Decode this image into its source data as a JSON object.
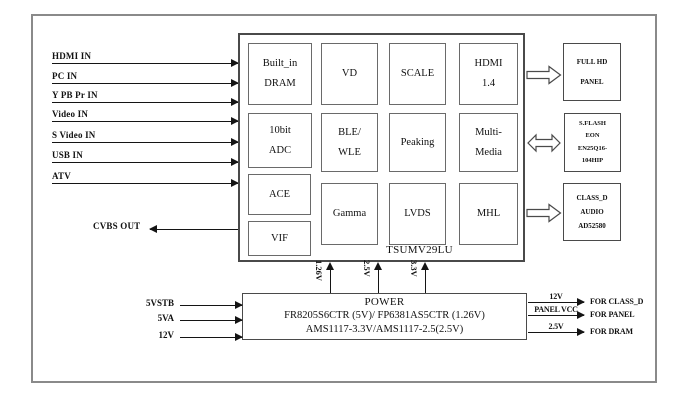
{
  "diagram": {
    "inputs": [
      "HDMI IN",
      "PC IN",
      "Y PB Pr IN",
      "Video IN",
      "S Video IN",
      "USB IN",
      "ATV"
    ],
    "output_label": "CVBS OUT",
    "chip": {
      "label": "TSUMV29LU",
      "blocks": {
        "dram": "Built_in\nDRAM",
        "vd": "VD",
        "scale": "SCALE",
        "hdmi": "HDMI\n1.4",
        "adc": "10bit\nADC",
        "ble": "BLE/\nWLE",
        "peaking": "Peaking",
        "multimedia": "Multi-\nMedia",
        "ace": "ACE",
        "gamma": "Gamma",
        "lvds": "LVDS",
        "mhl": "MHL",
        "vif": "VIF"
      }
    },
    "peripherals": {
      "panel": "FULL HD\nPANEL",
      "flash": "S.FLASH\nEON\nEN25Q16-\n104HIP",
      "audio": "CLASS_D\nAUDIO\nAD52580"
    },
    "power": {
      "title": "POWER",
      "line1": "FR8205S6CTR (5V)/ FP6381AS5CTR (1.26V)",
      "line2": "AMS1117-3.3V/AMS1117-2.5(2.5V)",
      "inputs": [
        "5VSTB",
        "5VA",
        "12V"
      ],
      "rails_up": [
        "1.26V",
        "2.5V",
        "3.3V"
      ],
      "outputs": [
        {
          "rail": "12V",
          "dest": "FOR CLASS_D"
        },
        {
          "rail": "PANEL VCC",
          "dest": "FOR PANEL"
        },
        {
          "rail": "2.5V",
          "dest": "FOR DRAM"
        }
      ]
    },
    "colors": {
      "line": "#141414",
      "border": "#4a4a4a",
      "frame": "#8a8a8a"
    }
  }
}
